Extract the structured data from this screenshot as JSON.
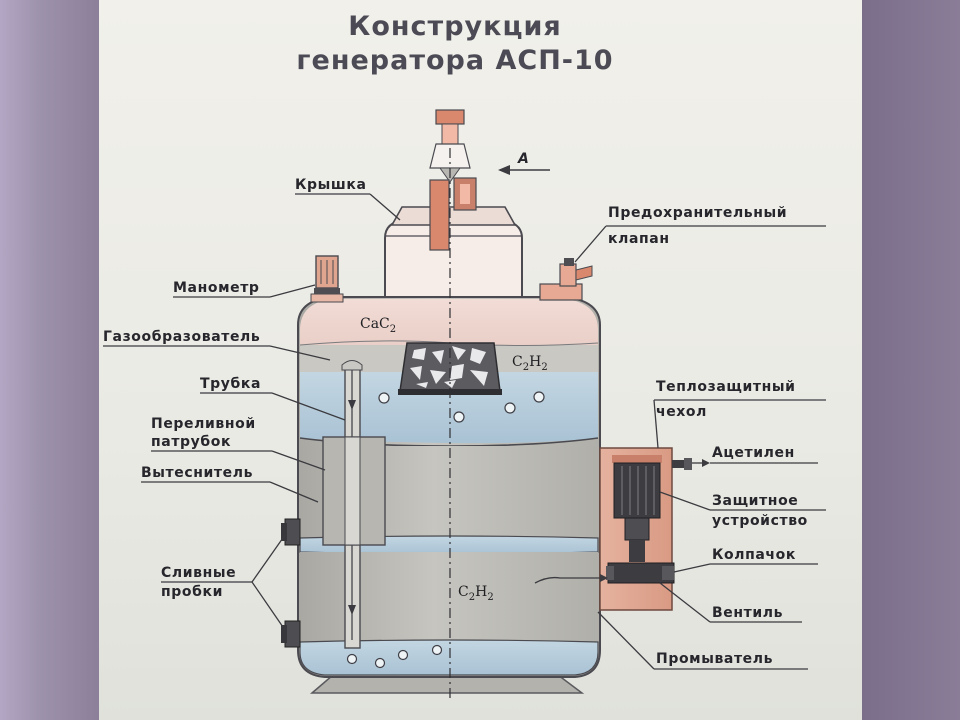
{
  "title": {
    "line1": "Конструкция",
    "line2": "генератора АСП-10"
  },
  "view_marker": "А",
  "labels": {
    "kryshka": "Крышка",
    "manometr": "Манометр",
    "gazoobrazovatel": "Газообразователь",
    "trubka": "Трубка",
    "perelivnoy_1": "Переливной",
    "perelivnoy_2": "патрубок",
    "vytesnitel": "Вытеснитель",
    "slivnye_1": "Сливные",
    "slivnye_2": "пробки",
    "klapan_1": "Предохранительный",
    "klapan_2": "клапан",
    "chekhol_1": "Теплозащитный",
    "chekhol_2": "чехол",
    "acetilen": "Ацетилен",
    "zashchitnoe_1": "Защитное",
    "zashchitnoe_2": "устройство",
    "kolpachok": "Колпачок",
    "ventil": "Вентиль",
    "promyvatel": "Промыватель"
  },
  "chem": {
    "cac2_main": "CaC",
    "cac2_sub": "2",
    "c2h2_top_a": "C",
    "c2h2_top_b": "2",
    "c2h2_top_c": "H",
    "c2h2_top_d": "2",
    "c2h2_bot_a": "C",
    "c2h2_bot_b": "2",
    "c2h2_bot_c": "H",
    "c2h2_bot_d": "2"
  },
  "colors": {
    "water": "#b5ccdb",
    "gas_space": "#c9c8c2",
    "body_grey": "#bdbcb6",
    "top_dome": "#ecd3cc",
    "heat_cover": "#e0a994",
    "dark_part": "#3d3c40",
    "accent_pink": "#d9886e"
  }
}
